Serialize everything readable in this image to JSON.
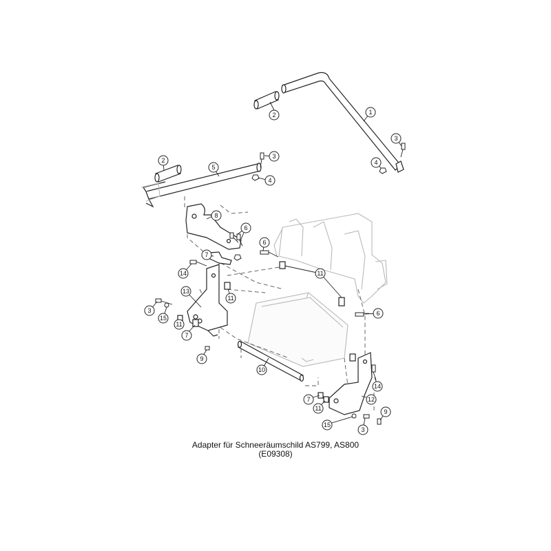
{
  "caption": {
    "title": "Adapter für Schneeräumschild AS799, AS800",
    "code": "(E09308)"
  },
  "callouts": [
    {
      "id": "c1",
      "label": "1"
    },
    {
      "id": "c2a",
      "label": "2"
    },
    {
      "id": "c3a",
      "label": "3"
    },
    {
      "id": "c4a",
      "label": "4"
    },
    {
      "id": "c2b",
      "label": "2"
    },
    {
      "id": "c5",
      "label": "5"
    },
    {
      "id": "c3b",
      "label": "3"
    },
    {
      "id": "c4b",
      "label": "4"
    },
    {
      "id": "c8",
      "label": "8"
    },
    {
      "id": "c6a",
      "label": "6"
    },
    {
      "id": "c6b",
      "label": "6"
    },
    {
      "id": "c7a",
      "label": "7"
    },
    {
      "id": "c11a",
      "label": "11"
    },
    {
      "id": "c14a",
      "label": "14"
    },
    {
      "id": "c13",
      "label": "13"
    },
    {
      "id": "c11b",
      "label": "11"
    },
    {
      "id": "c3c",
      "label": "3"
    },
    {
      "id": "c15a",
      "label": "15"
    },
    {
      "id": "c11c",
      "label": "11"
    },
    {
      "id": "c7b",
      "label": "7"
    },
    {
      "id": "c6c",
      "label": "6"
    },
    {
      "id": "c9a",
      "label": "9"
    },
    {
      "id": "c10",
      "label": "10"
    },
    {
      "id": "c14b",
      "label": "14"
    },
    {
      "id": "c12",
      "label": "12"
    },
    {
      "id": "c7c",
      "label": "7"
    },
    {
      "id": "c11d",
      "label": "11"
    },
    {
      "id": "c9b",
      "label": "9"
    },
    {
      "id": "c15b",
      "label": "15"
    },
    {
      "id": "c3d",
      "label": "3"
    }
  ]
}
